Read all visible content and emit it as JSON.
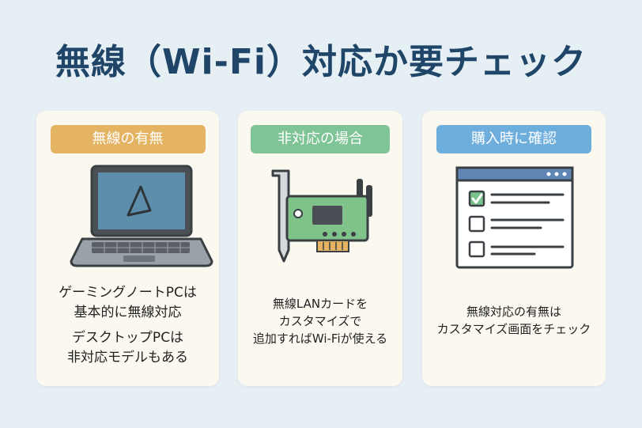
{
  "title": "無線（Wi-Fi）対応か要チェック",
  "cards": [
    {
      "badge": "無線の有無",
      "badge_color": "#e4b463",
      "lines": [
        "ゲーミングノートPCは",
        "基本的に無線対応",
        "デスクトップPCは",
        "非対応モデルもある"
      ]
    },
    {
      "badge": "非対応の場合",
      "badge_color": "#7ec496",
      "lines": [
        "無線LANカードを",
        "カスタマイズで",
        "追加すればWi-Fiが使える"
      ]
    },
    {
      "badge": "購入時に確認",
      "badge_color": "#6eaedd",
      "lines": [
        "無線対応の有無は",
        "カスタマイズ画面をチェック"
      ]
    }
  ],
  "colors": {
    "title": "#1f4568",
    "background": "#e6eff4",
    "card": "#fbf8f0",
    "outline": "#3a3f44",
    "laptop_screen": "#5c8eab",
    "laptop_body": "#9aa1a7",
    "card_pcb": "#7fc28a",
    "window_header": "#5f86b5",
    "check_fill": "#78c28d"
  },
  "icons": [
    "laptop-icon",
    "wireless-lan-card-icon",
    "checklist-window-icon"
  ]
}
